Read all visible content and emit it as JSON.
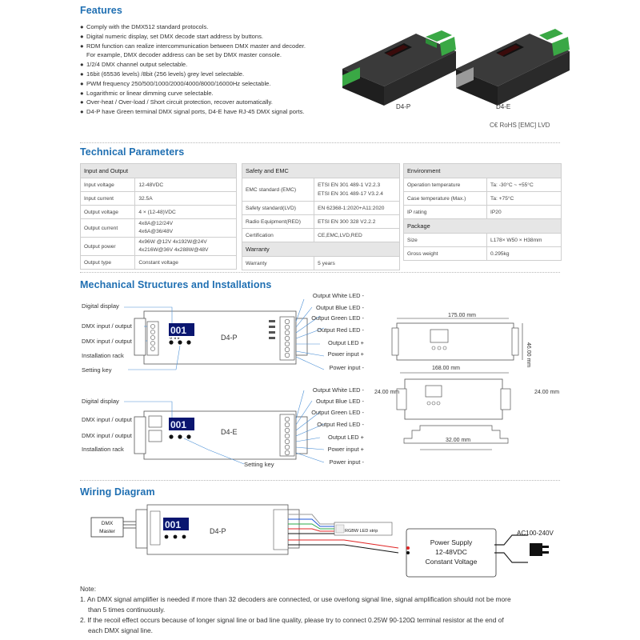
{
  "features": {
    "title": "Features",
    "items": [
      "Comply with the DMX512 standard protocols.",
      "Digital numeric display, set DMX decode start address by buttons.",
      "RDM function can realize intercommunication between DMX master and decoder.",
      "For example, DMX decoder address can be set by DMX master console.",
      "1/2/4 DMX channel output selectable.",
      "16bit (65536 levels) /8bit (256 levels) grey level selectable.",
      "PWM frequency 250/500/1000/2000/4000/8000/16000Hz selectable.",
      "Logarithmic or linear dimming curve selectable.",
      "Over-heat / Over-load / Short circuit protection, recover automatically.",
      "D4-P have Green terminal DMX signal ports, D4-E have RJ-45 DMX signal ports."
    ],
    "bullet": "●",
    "products": {
      "left_name": "D4-P",
      "right_name": "D4-E",
      "certs": "C€ RoHS  [EMC]  LVD"
    }
  },
  "tech": {
    "title": "Technical Parameters",
    "input_output": {
      "header": "Input and Output",
      "rows": [
        [
          "Input voltage",
          "12-48VDC"
        ],
        [
          "Input current",
          "32.5A"
        ],
        [
          "Output voltage",
          "4 × (12-48)VDC"
        ],
        [
          "Output current",
          "4x8A@12/24V\n4x6A@36/48V"
        ],
        [
          "Output power",
          "4x96W  @12V  4x192W@24V\n4x216W@36V  4x288W@48V"
        ],
        [
          "Output type",
          "Constant voltage"
        ]
      ]
    },
    "safety": {
      "header": "Safety and EMC",
      "emc_label": "EMC standard (EMC)",
      "emc_values": [
        "ETSI EN 301 489-1 V2.2.3",
        "ETSI EN 301 489-17 V3.2.4"
      ],
      "rows": [
        [
          "Safety standard(LVD)",
          "EN 62368-1:2020+A11:2020"
        ],
        [
          "Radio Equipment(RED)",
          "ETSI EN 300 328 V2.2.2"
        ],
        [
          "Certification",
          "CE,EMC,LVD,RED"
        ]
      ],
      "warranty_header": "Warranty",
      "warranty_row": [
        "Warranty",
        "5 years"
      ]
    },
    "environment": {
      "header": "Environment",
      "rows": [
        [
          "Operation temperature",
          "Ta: -30°C ~ +55°C"
        ],
        [
          "Case temperature (Max.)",
          "Ta: +75°C"
        ],
        [
          "IP rating",
          "IP20"
        ]
      ],
      "package_header": "Package",
      "package_rows": [
        [
          "Size",
          "L178× W50 × H38mm"
        ],
        [
          "Gross weight",
          "0.295kg"
        ]
      ]
    }
  },
  "mech": {
    "title": "Mechanical Structures and Installations",
    "top_left_labels": [
      "Digital display",
      "DMX input / output",
      "DMX input / output",
      "Installation rack",
      "Setting key"
    ],
    "bottom_left_labels": [
      "Digital display",
      "DMX input / output",
      "DMX input / output",
      "Installation rack"
    ],
    "setting_key": "Setting key",
    "right_labels": [
      "Output White LED -",
      "Output Blue LED -",
      "Output Green LED -",
      "Output Red LED -",
      "Output LED +",
      "Power input +",
      "Power input -"
    ],
    "top_device_name": "D4-P",
    "bottom_device_name": "D4-E",
    "display_digits": "001",
    "buttons": [
      "M",
      "◄",
      "►"
    ],
    "dim_length": "175.00 mm",
    "dim_height": "46.00 mm",
    "dim_rack": "168.00 mm",
    "dim_side_left": "24.00 mm",
    "dim_side_right": "24.00 mm",
    "dim_bottom": "32.00 mm"
  },
  "wiring": {
    "title": "Wiring Diagram",
    "master_line1": "DMX",
    "master_line2": "Master",
    "device_name": "D4-P",
    "strip_label": "RGBW LED strip",
    "psu_line1": "Power Supply",
    "psu_line2": "12-48VDC",
    "psu_line3": "Constant Voltage",
    "ac_label": "AC100-240V"
  },
  "note": {
    "title": "Note:",
    "items": [
      "1. An DMX signal amplifier is needed if more than 32 decoders are connected, or use overlong signal line, signal amplification should not be more",
      "than 5 times continuously.",
      "2. If the recoil effect occurs because of longer signal line or bad line quality, please try to connect 0.25W 90-120Ω terminal resistor at the end of",
      "each DMX signal line."
    ]
  },
  "colors": {
    "heading": "#1f6fb2",
    "device_body": "#2b2b2b",
    "terminal_green": "#3aa845",
    "display_red": "#ff2020",
    "callout_blue": "#4a8fd6"
  }
}
